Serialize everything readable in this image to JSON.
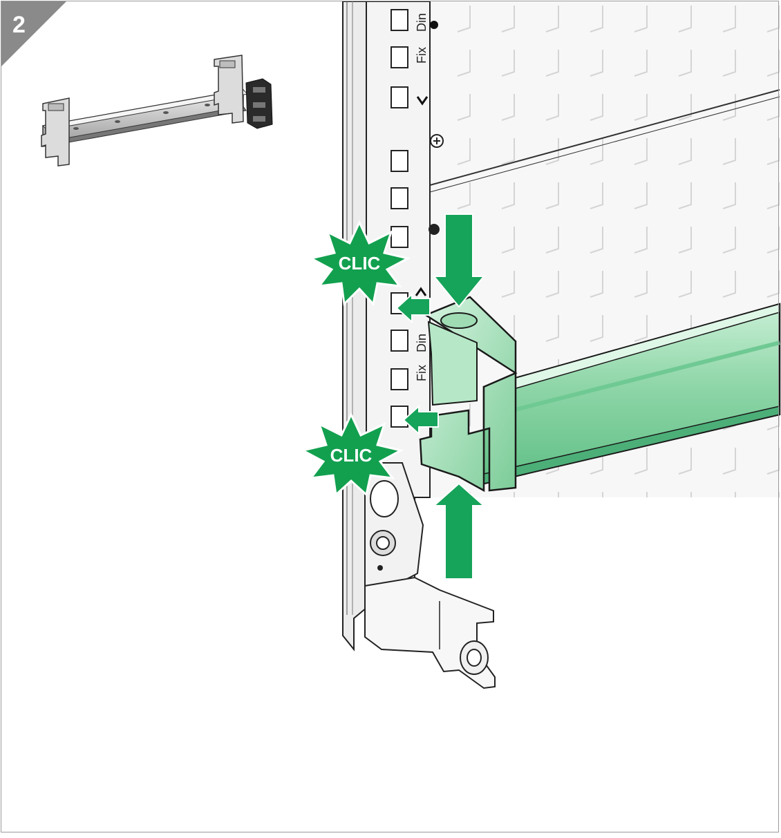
{
  "step": {
    "number": "2"
  },
  "panel": {
    "label_din": "Din",
    "label_fix": "Fix"
  },
  "callouts": {
    "top": "CLIC",
    "bottom": "CLIC"
  },
  "colors": {
    "step_badge": "#8a8a8a",
    "rail_green": "#8fd6a8",
    "rail_green_dark": "#4caf78",
    "arrow_green": "#16a35a",
    "burst_green": "#12a04f",
    "outline": "#1a1a1a",
    "panel_grey": "#f2f2f2"
  }
}
